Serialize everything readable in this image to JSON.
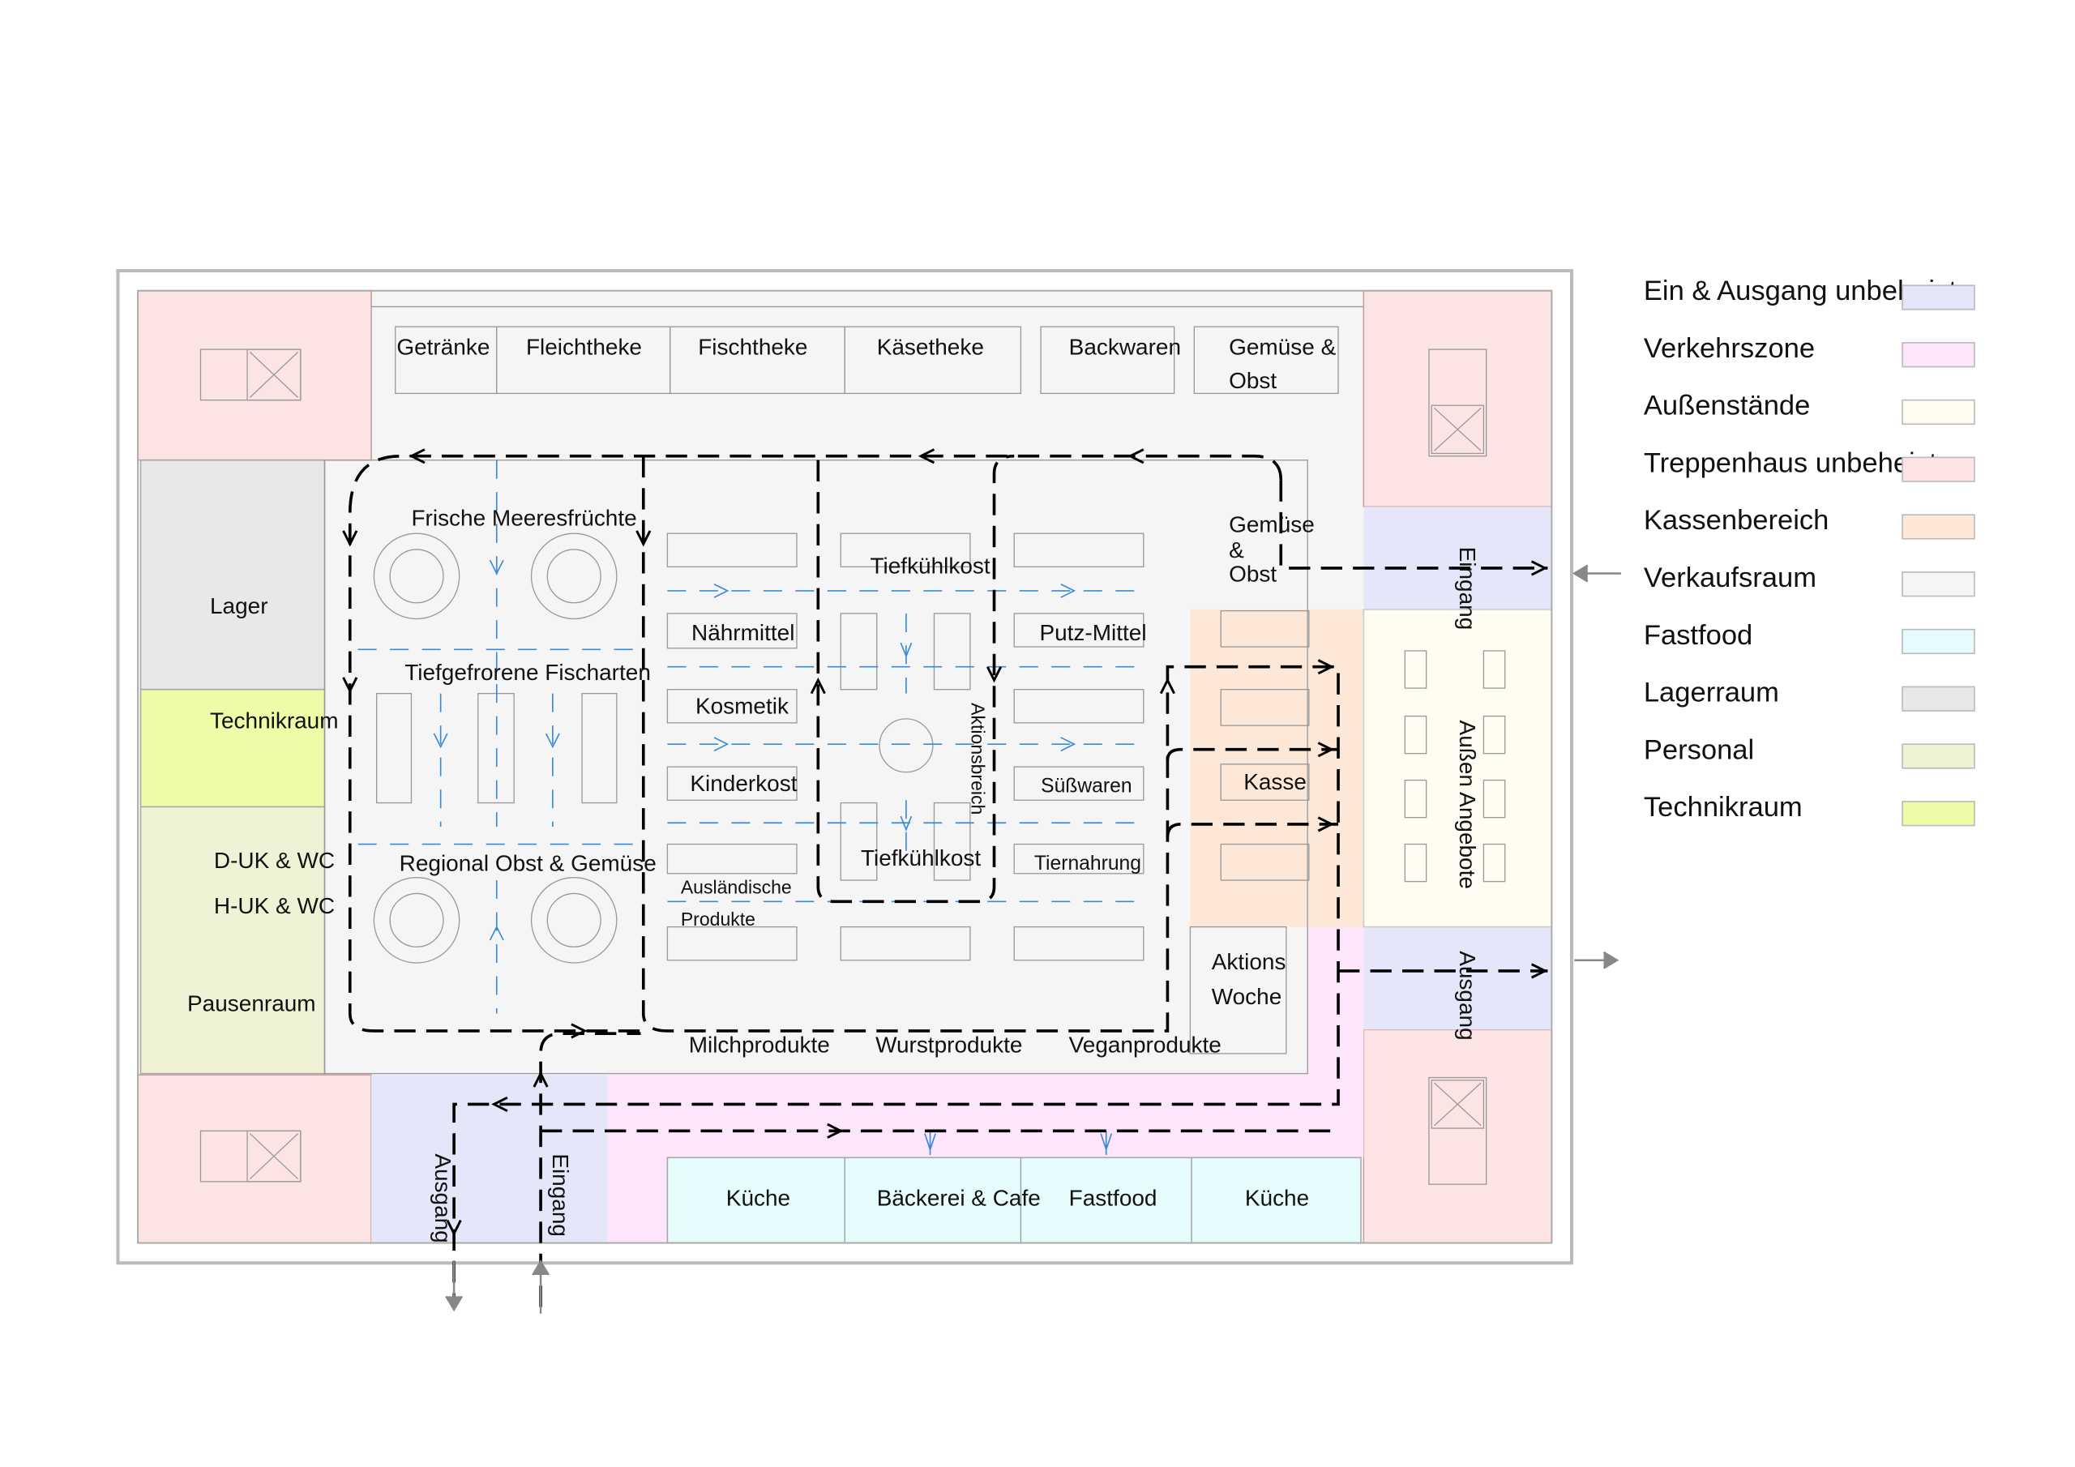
{
  "legend": [
    {
      "label": "Ein & Ausgang unbeheizt",
      "color": "#e6e6fa"
    },
    {
      "label": "Verkehrszone",
      "color": "#fde6fc"
    },
    {
      "label": "Außenstände",
      "color": "#fffdf2"
    },
    {
      "label": "Treppenhaus unbeheizt",
      "color": "#fde4e4"
    },
    {
      "label": "Kassenbereich",
      "color": "#fde8d8"
    },
    {
      "label": "Verkaufsraum",
      "color": "#f5f5f5"
    },
    {
      "label": "Fastfood",
      "color": "#e6fcfc"
    },
    {
      "label": "Lagerraum",
      "color": "#e8e8e8"
    },
    {
      "label": "Personal",
      "color": "#f0f2d6"
    },
    {
      "label": "Technikraum",
      "color": "#eefca8"
    }
  ],
  "counters": [
    "Getränke",
    "Fleichtheke",
    "Fischtheke",
    "Käsetheke",
    "Backwaren",
    "Gemüse &",
    "Obst"
  ],
  "rooms": {
    "lager": "Lager",
    "technik": "Technikraum",
    "duk": "D-UK & WC",
    "huk": "H-UK & WC",
    "pause": "Pausenraum",
    "kasse": "Kasse",
    "aussen": "Außen Angebote",
    "eingang_r": "Eingang",
    "ausgang_r": "Ausgang",
    "eingang_b": "Eingang",
    "ausgang_b": "Ausgang",
    "kueche1": "Küche",
    "baeckerei": "Bäckerei & Cafe",
    "fastfood": "Fastfood",
    "kueche2": "Küche"
  },
  "areas": {
    "meer": "Frische Meeresfrüchte",
    "fisch": "Tiefgefrorene Fischarten",
    "regional": "Regional Obst & Gemüse",
    "naehr": "Nährmittel",
    "kosmetik": "Kosmetik",
    "kinder": "Kinderkost",
    "ausl1": "Ausländische",
    "ausl2": "Produkte",
    "tk1": "Tiefkühlkost",
    "tk2": "Tiefkühlkost",
    "aktionsbereich": "Aktionsbreich",
    "putz": "Putz-Mittel",
    "suess": "Süßwaren",
    "tier": "Tiernahrung",
    "gemuese1": "Gemüse",
    "gemuese2": "&",
    "gemuese3": "Obst",
    "aktion1": "Aktions",
    "aktion2": "Woche",
    "milch": "Milchprodukte",
    "wurst": "Wurstprodukte",
    "vegan": "Veganprodukte"
  }
}
